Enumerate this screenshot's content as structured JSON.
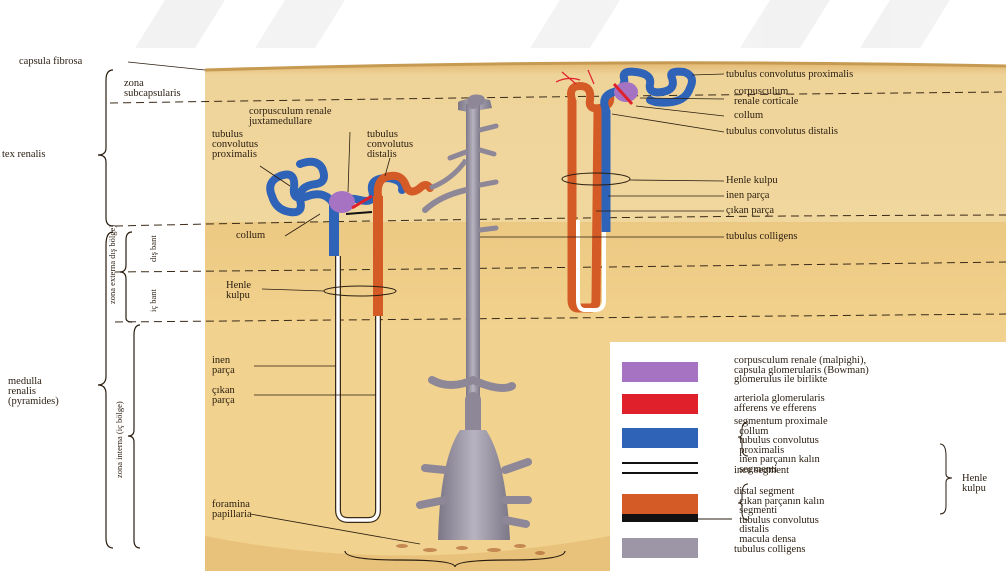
{
  "colors": {
    "cortex_fill": "#e9c98a",
    "medulla_fill": "#f0d58f",
    "proximal": "#2f63b8",
    "distal": "#d45a26",
    "corpusculum": "#a673c2",
    "arteriola": "#e0202a",
    "colligens": "#9c96a6",
    "thin_segment": "#ffffff",
    "macula_densa": "#111111"
  },
  "left_labels": {
    "capsula_fibrosa": "capsula fibrosa",
    "zona_subcapsularis": "zona\nsubcapsularis",
    "cortex_renalis": "tex renalis",
    "medulla_renalis": "medulla\nrenalis\n(pyramides)"
  },
  "vertical_labels": {
    "zona_externa": "zona externa\ndış bölge)",
    "dis_bant": "dış bant",
    "ic_bant": "iç bant",
    "zona_interna": "zona interna\n(iç bölge)"
  },
  "nephron_juxta": {
    "corpusculum": "corpusculum renale\njuxtamedullare",
    "tubulus_proximalis": "tubulus\nconvolutus\nproximalis",
    "tubulus_distalis": "tubulus\nconvolutus\ndistalis",
    "collum": "collum",
    "henle": "Henle\nkulpu",
    "inen": "inen\nparça",
    "cikan": "çıkan\nparça",
    "foramina": "foramina\npapillaria"
  },
  "nephron_cortical": {
    "tubulus_proximalis": "tubulus convolutus proximalis",
    "corpusculum": "corpusculum\nrenale corticale",
    "collum": "collum",
    "tubulus_distalis": "tubulus convolutus distalis",
    "henle": "Henle kulpu",
    "inen": "inen parça",
    "cikan": "çıkan parça",
    "colligens": "tubulus colligens"
  },
  "legend": {
    "corpusculum": "corpusculum renale (malpighi),\ncapsula glomerularis (Bowman)\nglomerulus ile birlikte",
    "arteriola": "arteriola glomerularis\nafferens ve efferens",
    "proximal": "segmentum proximale\n  collum\n  tubulus convolutus\n  proximalis\n  inen parçanın kalın\n  segmenti",
    "thin": "ince segment",
    "distal": "distal segment\n  çıkan parçanın kalın\n  segmenti\n  tubulus convolutus\n  distalis\n  macula densa",
    "colligens": "tubulus colligens",
    "henle_side": "Henle\nkulpu"
  }
}
